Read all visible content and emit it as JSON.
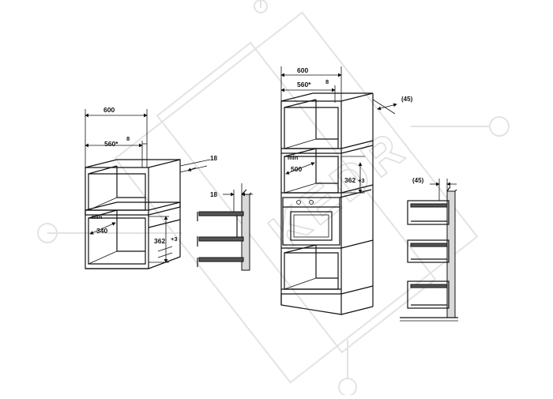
{
  "watermark": {
    "text": "KEDR"
  },
  "labels": {
    "a_width": "600",
    "a_inner": "560*",
    "a_eight": "8",
    "a_min": "min",
    "a_depth": "340",
    "a_height": "362",
    "a_plus": "+3",
    "a_side": "18",
    "b_side": "18",
    "c_width": "600",
    "c_inner": "560*",
    "c_eight": "8",
    "c_gap": "(45)",
    "c_min": "min",
    "c_depth": "500",
    "c_height": "362",
    "c_plus": "+3",
    "d_gap": "(45)"
  }
}
